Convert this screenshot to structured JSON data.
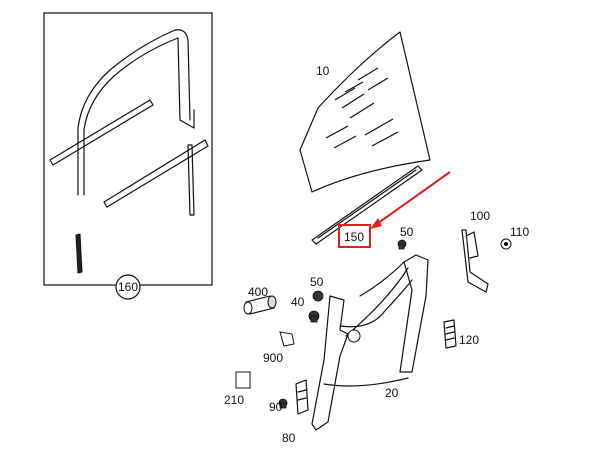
{
  "labels": {
    "glass": "10",
    "regulator": "20",
    "bolt_a": "40",
    "bolt_b": "50",
    "bolt_c": "50",
    "screw": "80",
    "clip": "90",
    "bracket": "100",
    "nut": "110",
    "guide": "120",
    "seal_strip": "150",
    "seal_kit": "160",
    "pad": "210",
    "motor": "400",
    "cover": "900"
  },
  "highlight": {
    "part": "150",
    "box_color": "#e02020",
    "arrow_color": "#e02020"
  }
}
